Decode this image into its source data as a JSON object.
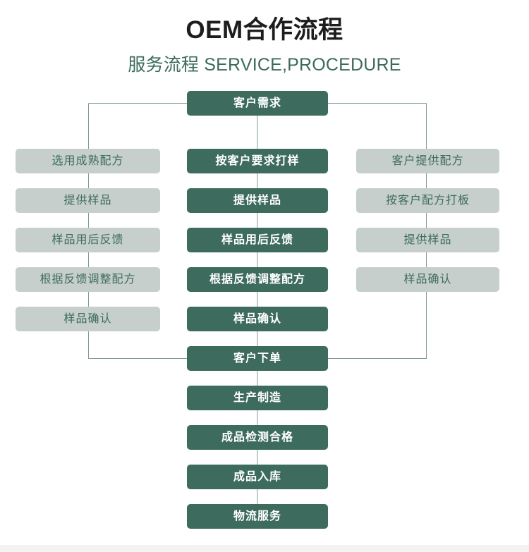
{
  "header": {
    "title": "OEM合作流程",
    "subtitle": "服务流程 SERVICE,PROCEDURE"
  },
  "colors": {
    "dark_green": "#3d6b5e",
    "light_green_gray": "#c6cfcc",
    "line": "#7f9c92",
    "title_black": "#1d1d1d",
    "page_background": "#ffffff",
    "bottom_strip": "#f3f3f3"
  },
  "flow": {
    "start": {
      "label": "客户需求",
      "style": "dark"
    },
    "branches": [
      {
        "name": "left-branch",
        "style": "light",
        "steps": [
          {
            "label": "选用成熟配方"
          },
          {
            "label": "提供样品"
          },
          {
            "label": "样品用后反馈"
          },
          {
            "label": "根据反馈调整配方"
          },
          {
            "label": "样品确认"
          }
        ]
      },
      {
        "name": "middle-branch",
        "style": "dark",
        "steps": [
          {
            "label": "按客户要求打样"
          },
          {
            "label": "提供样品"
          },
          {
            "label": "样品用后反馈"
          },
          {
            "label": "根据反馈调整配方"
          },
          {
            "label": "样品确认"
          }
        ]
      },
      {
        "name": "right-branch",
        "style": "light",
        "steps": [
          {
            "label": "客户提供配方"
          },
          {
            "label": "按客户配方打板"
          },
          {
            "label": "提供样品"
          },
          {
            "label": "样品确认"
          }
        ]
      }
    ],
    "merge": {
      "label": "客户下单",
      "style": "dark"
    },
    "tail": [
      {
        "label": "生产制造",
        "style": "dark"
      },
      {
        "label": "成品检测合格",
        "style": "dark"
      },
      {
        "label": "成品入库",
        "style": "dark"
      },
      {
        "label": "物流服务",
        "style": "dark"
      }
    ]
  }
}
